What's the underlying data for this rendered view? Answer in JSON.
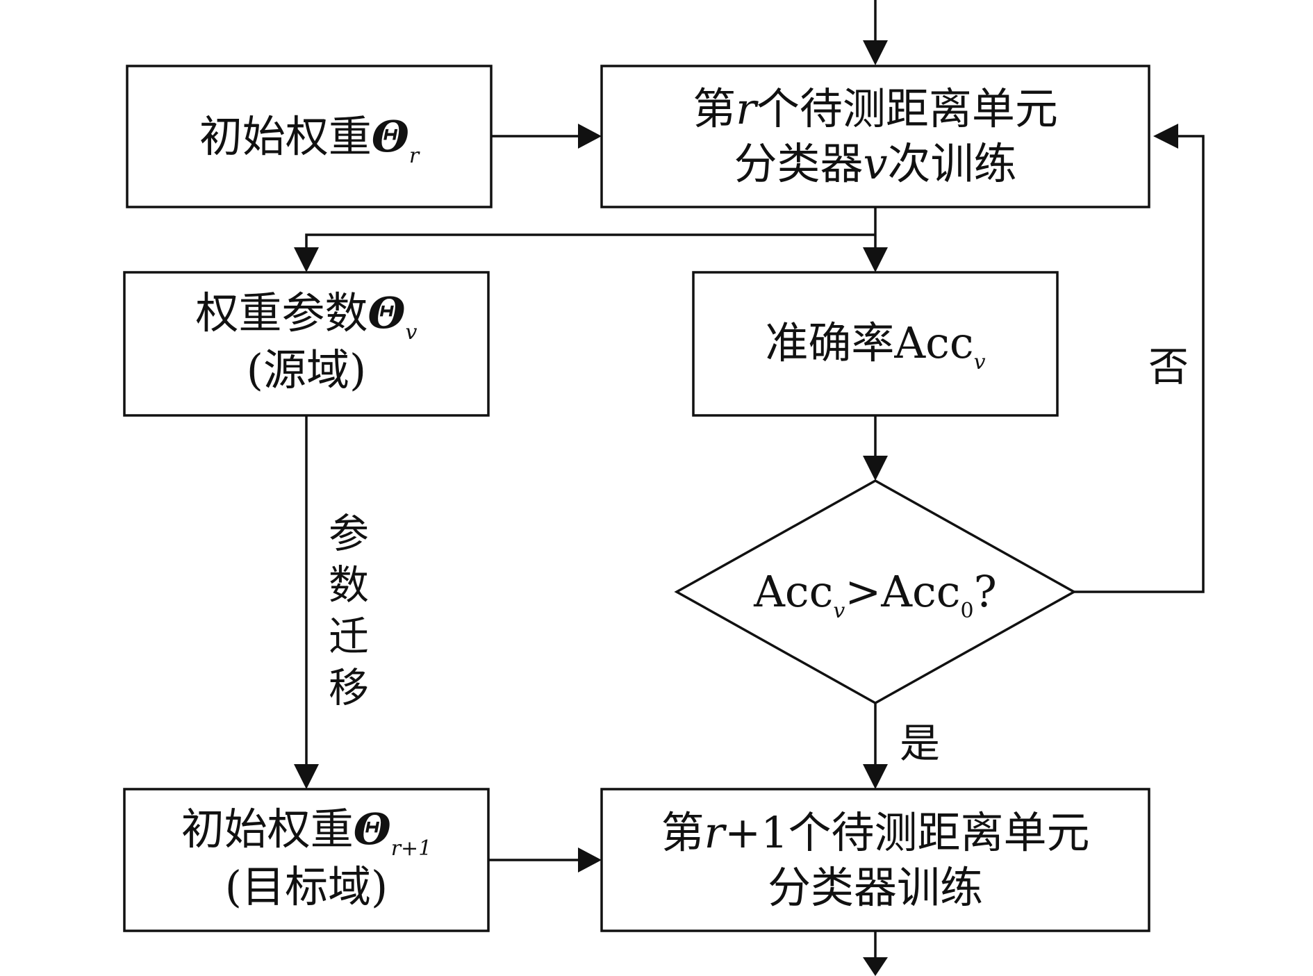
{
  "nodes": {
    "init_weight_r": {
      "text": "初始权重",
      "symbol": "Θ",
      "subscript": "r"
    },
    "train_r": {
      "line1_prefix": "第",
      "line1_var": "r",
      "line1_suffix": "个待测距离单元",
      "line2_prefix": "分类器",
      "line2_var": "v",
      "line2_suffix": "次训练"
    },
    "weight_param_v": {
      "text": "权重参数",
      "symbol": "Θ",
      "subscript": "v",
      "line2": "(源域)"
    },
    "accuracy": {
      "text": "准确率Acc",
      "subscript": "v"
    },
    "decision": {
      "left": "Acc",
      "left_sub": "v",
      "op": ">",
      "right": "Acc",
      "right_sub": "0",
      "suffix": "?"
    },
    "init_weight_r1": {
      "text": "初始权重",
      "symbol": "Θ",
      "subscript": "r+1",
      "line2": "(目标域)"
    },
    "train_r1": {
      "line1_prefix": "第",
      "line1_var": "r",
      "line1_suffix": "+1个待测距离单元",
      "line2": "分类器训练"
    }
  },
  "edge_labels": {
    "no": "否",
    "yes": "是",
    "transfer": [
      "参",
      "数",
      "迁",
      "移"
    ]
  }
}
